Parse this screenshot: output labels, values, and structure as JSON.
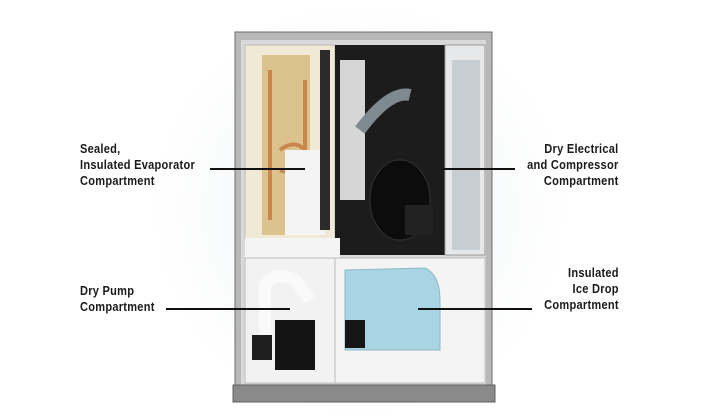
{
  "labels": {
    "evaporator": [
      "Sealed,",
      "Insulated Evaporator",
      "Compartment"
    ],
    "pump": [
      "Dry Pump",
      "Compartment"
    ],
    "electrical": [
      "Dry Electrical",
      "and Compressor",
      "Compartment"
    ],
    "ice_drop": [
      "Insulated",
      "Ice Drop",
      "Compartment"
    ]
  },
  "colors": {
    "frame": "#9a9a9a",
    "bin": "#a9d4e3",
    "copper": "#c9874e"
  }
}
